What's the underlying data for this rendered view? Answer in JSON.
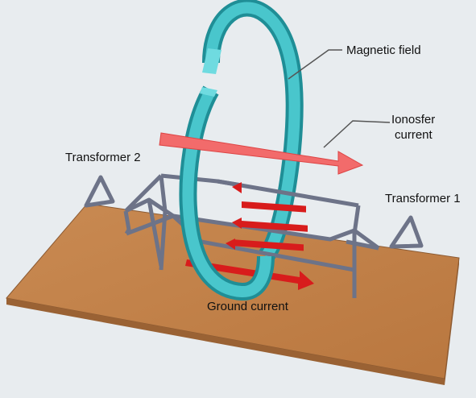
{
  "diagram": {
    "labels": {
      "magnetic_field": "Magnetic field",
      "ionosfer_current_line1": "Ionosfer",
      "ionosfer_current_line2": "current",
      "transformer_2": "Transformer 2",
      "transformer_1": "Transformer 1",
      "ground_current": "Ground current"
    },
    "colors": {
      "background": "#e8ecef",
      "ground_plate": "#c4814a",
      "ground_plate_edge": "#8b5a32",
      "ring_light": "#49c6cc",
      "ring_dark": "#1f8e96",
      "ionosphere_arrow": "#f26b6b",
      "current_arrows": "#d81c1c",
      "wire": "#6d7388",
      "leader_line": "#555555"
    },
    "icons": {
      "transformer": "triangle-icon",
      "current": "arrow-right-icon"
    }
  }
}
